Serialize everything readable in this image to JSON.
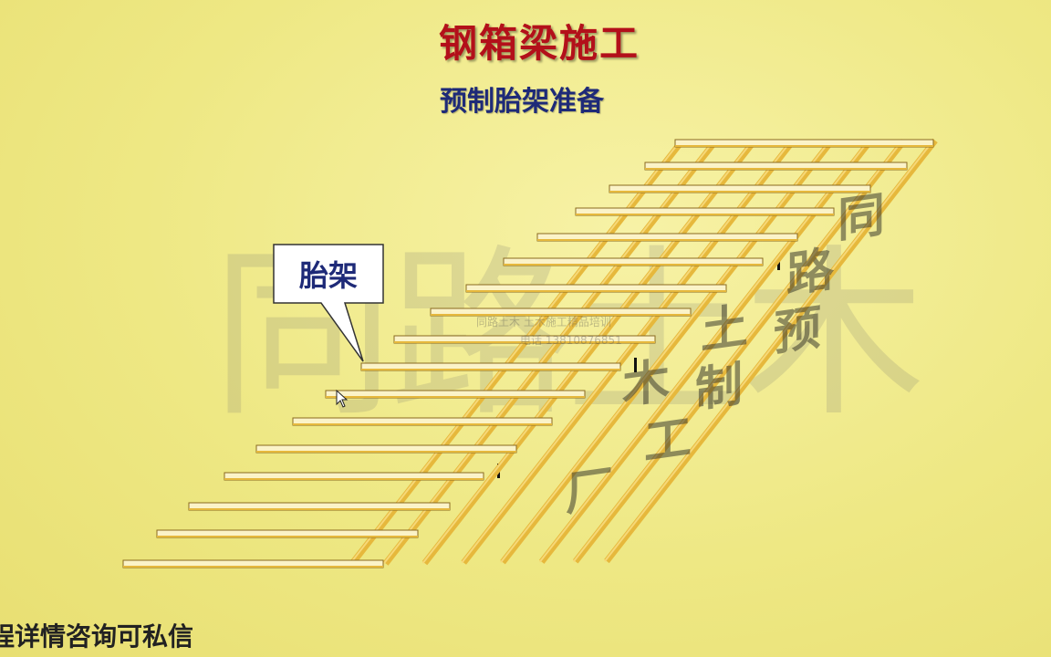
{
  "title": "钢箱梁施工",
  "subtitle": "预制胎架准备",
  "callout": {
    "label": "胎架"
  },
  "watermark": {
    "text": "同路土木"
  },
  "stamp": {
    "line1": "同路土木 土木施工精品培训",
    "line2": "电话 13810876851"
  },
  "side_text": {
    "col1": "同路土木",
    "col2": "预制工厂"
  },
  "footer": {
    "text": "程详情咨询可私信"
  },
  "colors": {
    "title": "#b3101a",
    "subtitle": "#1e2a78",
    "timber": "#e6b83c",
    "timber_light": "#f6d878",
    "background": "#eee884"
  },
  "icons": [
    "cursor-arrow-icon"
  ]
}
